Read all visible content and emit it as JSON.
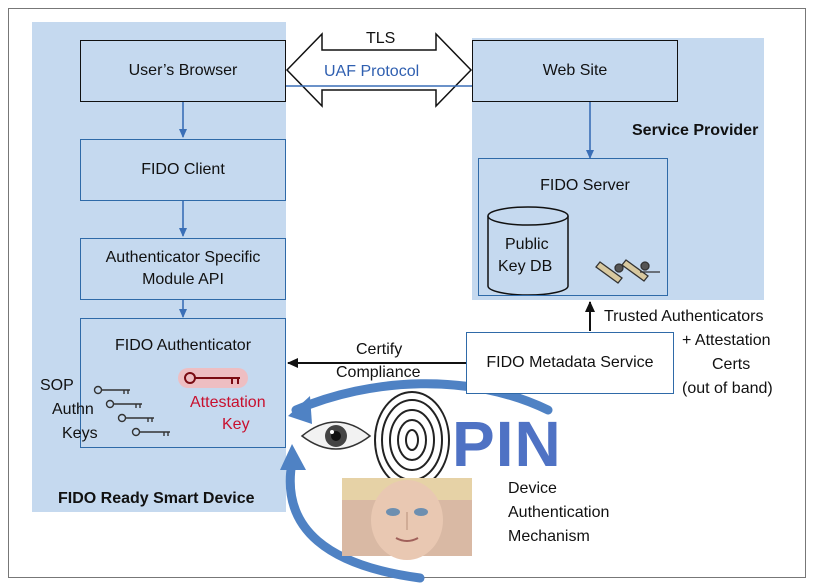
{
  "labels": {
    "tls": "TLS",
    "uaf_protocol": "UAF Protocol",
    "users_browser": "User’s Browser",
    "web_site": "Web Site",
    "service_provider": "Service Provider",
    "fido_client": "FIDO Client",
    "fido_server": "FIDO Server",
    "public_key_db_1": "Public",
    "public_key_db_2": "Key DB",
    "asm_1": "Authenticator Specific",
    "asm_2": "Module API",
    "fido_authenticator": "FIDO Authenticator",
    "certify": "Certify",
    "compliance": "Compliance",
    "metadata_service": "FIDO Metadata Service",
    "trusted_1": "Trusted Authenticators",
    "trusted_2": "+ Attestation",
    "trusted_3": "Certs",
    "trusted_4": "(out of band)",
    "sop": "SOP",
    "authn": "Authn",
    "keys": "Keys",
    "attestation": "Attestation",
    "key": "Key",
    "pin": "PIN",
    "ready_device": "FIDO Ready Smart Device",
    "mechanism_1": "Device",
    "mechanism_2": "Authentication",
    "mechanism_3": "Mechanism"
  },
  "colors": {
    "panel": "#c5d9ef",
    "box_border": "#2f6aa8",
    "arrow_blue": "#3a6fb7",
    "pin_text": "#4f72c4",
    "attestation_red": "#c8102e"
  }
}
